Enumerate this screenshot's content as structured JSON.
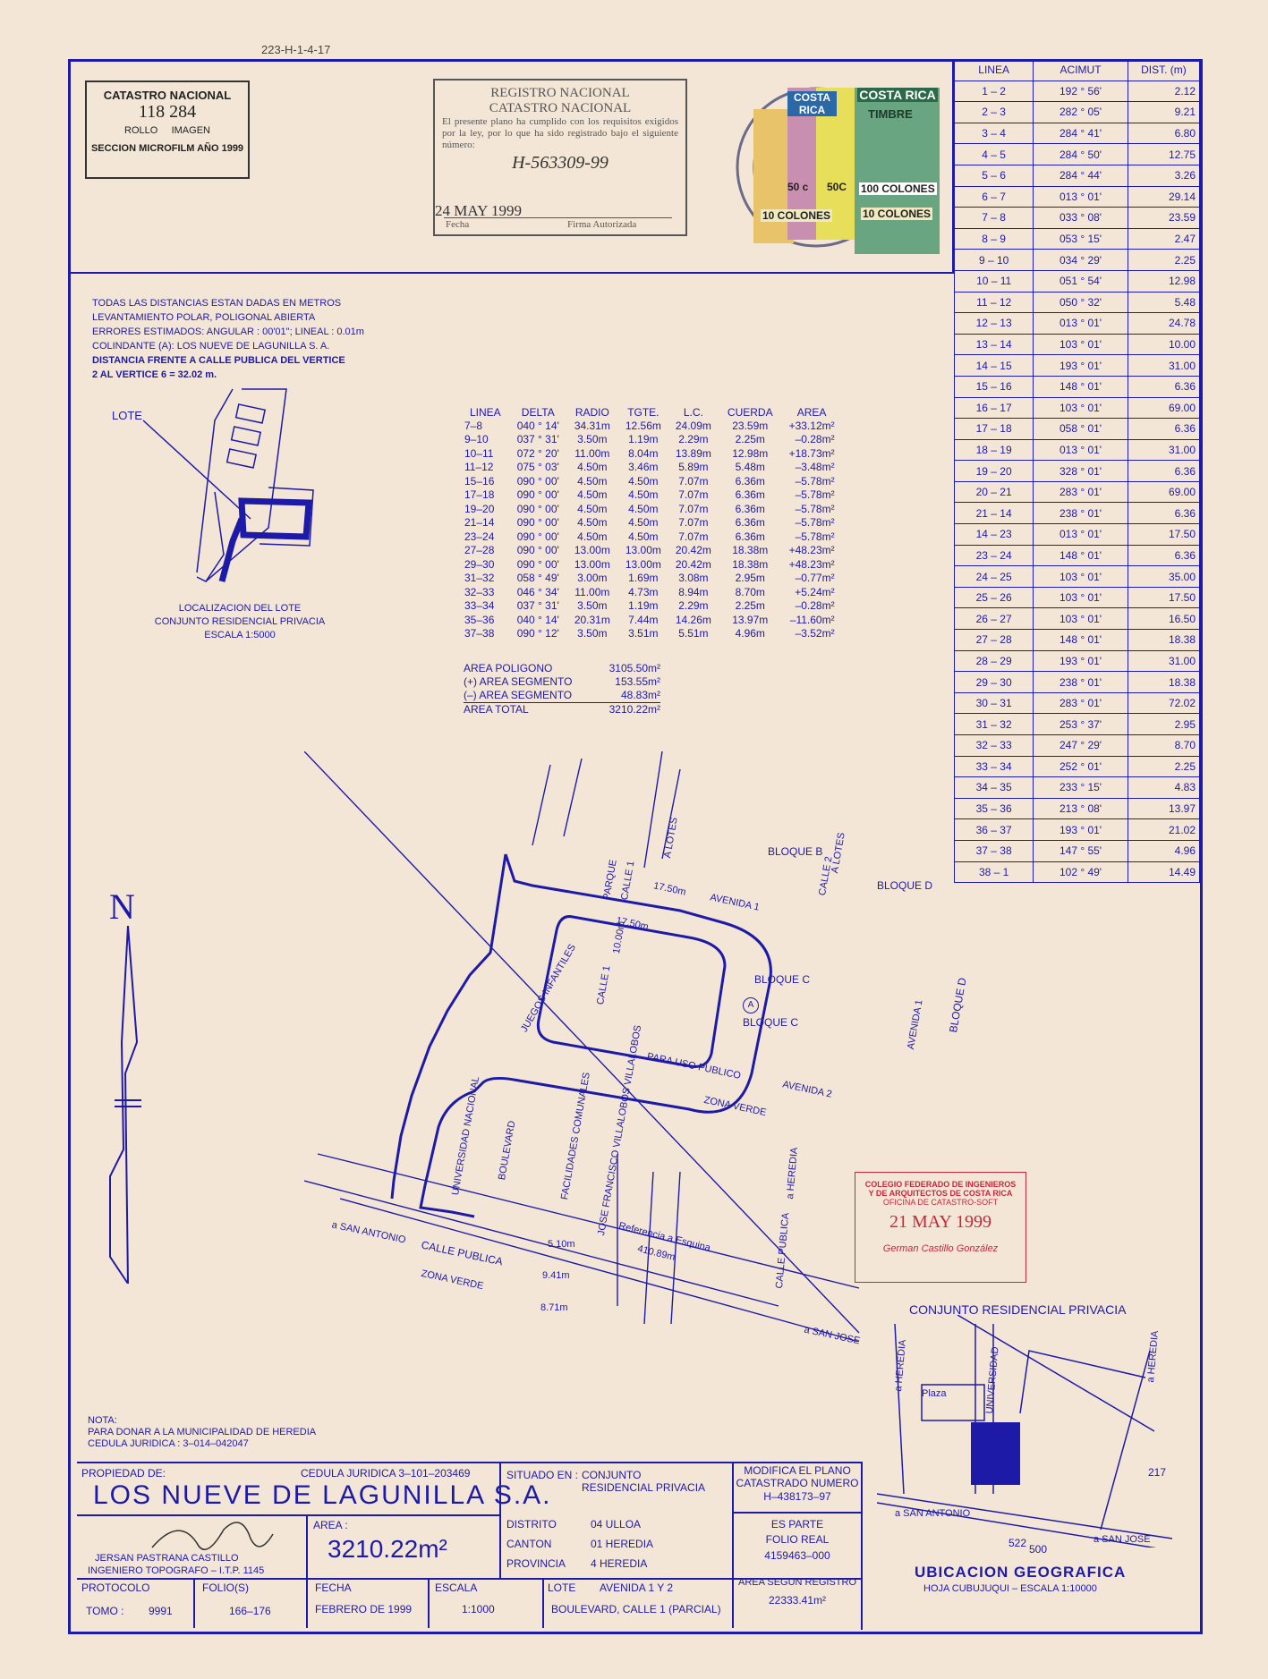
{
  "top_ref": "223-H-1-4-17",
  "microfilm": {
    "title": "CATASTRO NACIONAL",
    "number": "118 284",
    "labels": "ROLLO     IMAGEN",
    "section": "SECCION MICROFILM AÑO 1999"
  },
  "registry_stamp": {
    "line1": "REGISTRO NACIONAL",
    "line2": "CATASTRO NACIONAL",
    "body": "El presente plano ha cumplido con los requisitos exigidos por la ley, por lo que ha sido registrado bajo el siguiente número:",
    "number": "H-563309-99",
    "date": "24 MAY 1999",
    "fecha_label": "Fecha",
    "firma_label": "Firma Autorizada"
  },
  "tax_stamps": {
    "brand": "COSTA RICA",
    "timbre": "TIMBRE",
    "v1": "50 c",
    "v2": "50C",
    "v3": "100 COLONES",
    "v4": "10 COLONES",
    "v5": "10 COLONES"
  },
  "azimuth_table": {
    "headers": [
      "LINEA",
      "ACIMUT",
      "DIST. (m)"
    ],
    "rows": [
      [
        "1 – 2",
        "192 ° 56'",
        "2.12"
      ],
      [
        "2 – 3",
        "282 ° 05'",
        "9.21"
      ],
      [
        "3 – 4",
        "284 ° 41'",
        "6.80"
      ],
      [
        "4 – 5",
        "284 ° 50'",
        "12.75"
      ],
      [
        "5 – 6",
        "284 ° 44'",
        "3.26"
      ],
      [
        "6 – 7",
        "013 ° 01'",
        "29.14"
      ],
      [
        "7 – 8",
        "033 ° 08'",
        "23.59"
      ],
      [
        "8 – 9",
        "053 ° 15'",
        "2.47"
      ],
      [
        "9 – 10",
        "034 ° 29'",
        "2.25"
      ],
      [
        "10 – 11",
        "051 ° 54'",
        "12.98"
      ],
      [
        "11 – 12",
        "050 ° 32'",
        "5.48"
      ],
      [
        "12 – 13",
        "013 ° 01'",
        "24.78"
      ],
      [
        "13 – 14",
        "103 ° 01'",
        "10.00"
      ],
      [
        "14 – 15",
        "193 ° 01'",
        "31.00"
      ],
      [
        "15 – 16",
        "148 ° 01'",
        "6.36"
      ],
      [
        "16 – 17",
        "103 ° 01'",
        "69.00"
      ],
      [
        "17 – 18",
        "058 ° 01'",
        "6.36"
      ],
      [
        "18 – 19",
        "013 ° 01'",
        "31.00"
      ],
      [
        "19 – 20",
        "328 ° 01'",
        "6.36"
      ],
      [
        "20 – 21",
        "283 ° 01'",
        "69.00"
      ],
      [
        "21 – 14",
        "238 ° 01'",
        "6.36"
      ],
      [
        "14 – 23",
        "013 ° 01'",
        "17.50"
      ],
      [
        "23 – 24",
        "148 ° 01'",
        "6.36"
      ],
      [
        "24 – 25",
        "103 ° 01'",
        "35.00"
      ],
      [
        "25 – 26",
        "103 ° 01'",
        "17.50"
      ],
      [
        "26 – 27",
        "103 ° 01'",
        "16.50"
      ],
      [
        "27 – 28",
        "148 ° 01'",
        "18.38"
      ],
      [
        "28 – 29",
        "193 ° 01'",
        "31.00"
      ],
      [
        "29 – 30",
        "238 ° 01'",
        "18.38"
      ],
      [
        "30 – 31",
        "283 ° 01'",
        "72.02"
      ],
      [
        "31 – 32",
        "253 ° 37'",
        "2.95"
      ],
      [
        "32 – 33",
        "247 ° 29'",
        "8.70"
      ],
      [
        "33 – 34",
        "252 ° 01'",
        "2.25"
      ],
      [
        "34 – 35",
        "233 ° 15'",
        "4.83"
      ],
      [
        "35 – 36",
        "213 ° 08'",
        "13.97"
      ],
      [
        "36 – 37",
        "193 ° 01'",
        "21.02"
      ],
      [
        "37 – 38",
        "147 ° 55'",
        "4.96"
      ],
      [
        "38 – 1",
        "102 ° 49'",
        "14.49"
      ]
    ]
  },
  "notes": {
    "l1": "TODAS LAS DISTANCIAS ESTAN DADAS EN METROS",
    "l2": "LEVANTAMIENTO POLAR, POLIGONAL ABIERTA",
    "l3": "ERRORES ESTIMADOS: ANGULAR : 00'01\"; LINEAL : 0.01m",
    "l4": "COLINDANTE  (A): LOS NUEVE DE LAGUNILLA S. A.",
    "l5": "DISTANCIA FRENTE A CALLE PUBLICA DEL VERTICE",
    "l6": "2 AL VERTICE 6 = 32.02 m."
  },
  "location": {
    "lote": "LOTE",
    "t1": "LOCALIZACION DEL LOTE",
    "t2": "CONJUNTO RESIDENCIAL PRIVACIA",
    "t3": "ESCALA 1:5000"
  },
  "curve_table": {
    "headers": [
      "LINEA",
      "DELTA",
      "RADIO",
      "TGTE.",
      "L.C.",
      "CUERDA",
      "AREA"
    ],
    "rows": [
      [
        "7–8",
        "040 ° 14'",
        "34.31m",
        "12.56m",
        "24.09m",
        "23.59m",
        "+33.12m²"
      ],
      [
        "9–10",
        "037 ° 31'",
        "3.50m",
        "1.19m",
        "2.29m",
        "2.25m",
        "–0.28m²"
      ],
      [
        "10–11",
        "072 ° 20'",
        "11.00m",
        "8.04m",
        "13.89m",
        "12.98m",
        "+18.73m²"
      ],
      [
        "11–12",
        "075 ° 03'",
        "4.50m",
        "3.46m",
        "5.89m",
        "5.48m",
        "–3.48m²"
      ],
      [
        "15–16",
        "090 ° 00'",
        "4.50m",
        "4.50m",
        "7.07m",
        "6.36m",
        "–5.78m²"
      ],
      [
        "17–18",
        "090 ° 00'",
        "4.50m",
        "4.50m",
        "7.07m",
        "6.36m",
        "–5.78m²"
      ],
      [
        "19–20",
        "090 ° 00'",
        "4.50m",
        "4.50m",
        "7.07m",
        "6.36m",
        "–5.78m²"
      ],
      [
        "21–14",
        "090 ° 00'",
        "4.50m",
        "4.50m",
        "7.07m",
        "6.36m",
        "–5.78m²"
      ],
      [
        "23–24",
        "090 ° 00'",
        "4.50m",
        "4.50m",
        "7.07m",
        "6.36m",
        "–5.78m²"
      ],
      [
        "27–28",
        "090 ° 00'",
        "13.00m",
        "13.00m",
        "20.42m",
        "18.38m",
        "+48.23m²"
      ],
      [
        "29–30",
        "090 ° 00'",
        "13.00m",
        "13.00m",
        "20.42m",
        "18.38m",
        "+48.23m²"
      ],
      [
        "31–32",
        "058 ° 49'",
        "3.00m",
        "1.69m",
        "3.08m",
        "2.95m",
        "–0.77m²"
      ],
      [
        "32–33",
        "046 ° 34'",
        "11.00m",
        "4.73m",
        "8.94m",
        "8.70m",
        "+5.24m²"
      ],
      [
        "33–34",
        "037 ° 31'",
        "3.50m",
        "1.19m",
        "2.29m",
        "2.25m",
        "–0.28m²"
      ],
      [
        "35–36",
        "040 ° 14'",
        "20.31m",
        "7.44m",
        "14.26m",
        "13.97m",
        "–11.60m²"
      ],
      [
        "37–38",
        "090 ° 12'",
        "3.50m",
        "3.51m",
        "5.51m",
        "4.96m",
        "–3.52m²"
      ]
    ]
  },
  "area_summary": {
    "r1_label": "AREA POLIGONO",
    "r1_value": "3105.50m²",
    "r2_label": "(+) AREA SEGMENTO",
    "r2_value": "153.55m²",
    "r3_label": "(–) AREA SEGMENTO",
    "r3_value": "48.83m²",
    "r4_label": "AREA TOTAL",
    "r4_value": "3210.22m²"
  },
  "plan": {
    "north": "N",
    "bloque_b": "BLOQUE B",
    "bloque_c1": "BLOQUE C",
    "bloque_c2": "BLOQUE C",
    "bloque_d1": "BLOQUE D",
    "bloque_d2": "BLOQUE D",
    "avenida1_top": "AVENIDA 1",
    "avenida1_side": "AVENIDA 1",
    "avenida2": "AVENIDA 2",
    "para_uso": "PARA USO PUBLICO",
    "zona_verde": "ZONA VERDE",
    "zona_verde2": "ZONA VERDE",
    "calle_publica": "CALLE PUBLICA",
    "calle_publica_heredia": "CALLE PUBLICA",
    "a_heredia": "a HEREDIA",
    "a_san_antonio": "a SAN ANTONIO",
    "a_san_jose": "a SAN JOSE",
    "parque": "PARQUE",
    "calle1": "CALLE 1",
    "a_lotes": "A LOTES",
    "calle2": "CALLE 2",
    "a_lotes2": "A LOTES",
    "calle1_v": "CALLE 1",
    "juegos": "JUEGOS INFANTILES",
    "universidad": "UNIVERSIDAD NACIONAL",
    "boulevard": "BOULEVARD",
    "facilidades": "FACILIDADES COMUNALES",
    "jose": "JOSE FRANCISCO VILLALOBOS VILLALOBOS",
    "referencia": "Referencia a Esquina",
    "ref_dist": "410.89m",
    "d1750a": "17.50m",
    "d1750b": "17.50m",
    "d1000": "10.00m",
    "d510": "5.10m",
    "d941": "9.41m",
    "d871": "8.71m",
    "circle_a": "A"
  },
  "red_stamp": {
    "l1": "COLEGIO FEDERADO DE INGENIEROS",
    "l2": "Y DE ARQUITECTOS DE COSTA RICA",
    "l3": "OFICINA DE CATASTRO-SOFT",
    "date": "21 MAY 1999",
    "name": "German Castillo González"
  },
  "geo": {
    "title": "CONJUNTO RESIDENCIAL PRIVACIA",
    "heredia1": "a HEREDIA",
    "heredia2": "a HEREDIA",
    "universidad": "UNIVERSIDAD",
    "plaza": "Plaza",
    "n217": "217",
    "san_antonio": "a SAN ANTONIO",
    "n522": "522",
    "n500": "500",
    "san_jose": "a SAN JOSE",
    "ubicacion": "UBICACION GEOGRAFICA",
    "hoja": "HOJA CUBUJUQUI – ESCALA 1:10000"
  },
  "nota": {
    "l1": "NOTA:",
    "l2": "PARA DONAR A LA MUNICIPALIDAD DE HEREDIA",
    "l3": "CEDULA JURIDICA : 3–014–042047"
  },
  "title_block": {
    "propiedad_label": "PROPIEDAD DE:",
    "cedula": "CEDULA JURIDICA 3–101–203469",
    "owner": "LOS NUEVE DE LAGUNILLA S.A.",
    "situado_label": "SITUADO EN :",
    "situado": "CONJUNTO RESIDENCIAL PRIVACIA",
    "distrito_label": "DISTRITO",
    "distrito": "04 ULLOA",
    "canton_label": "CANTON",
    "canton": "01 HEREDIA",
    "provincia_label": "PROVINCIA",
    "provincia": "4 HEREDIA",
    "modifica": "MODIFICA EL PLANO CATASTRADO NUMERO",
    "modifica_num": "H–438173–97",
    "es_parte": "ES PARTE",
    "folio_real": "FOLIO REAL",
    "folio_real_num": "4159463–000",
    "area_label": "AREA :",
    "area": "3210.22m²",
    "surveyor": "JERSAN PASTRANA CASTILLO",
    "surveyor_title": "INGENIERO TOPOGRAFO – I.T.P. 1145",
    "protocolo_label": "PROTOCOLO",
    "tomo_label": "TOMO :",
    "tomo": "9991",
    "folios_label": "FOLIO(S)",
    "folios": "166–176",
    "fecha_label": "FECHA",
    "fecha": "FEBRERO DE 1999",
    "escala_label": "ESCALA",
    "escala": "1:1000",
    "lote_label": "LOTE",
    "lote1": "AVENIDA 1 Y 2",
    "lote2": "BOULEVARD, CALLE 1 (PARCIAL)",
    "area_registro_label": "AREA SEGUN REGISTRO",
    "area_registro": "22333.41m²"
  },
  "colors": {
    "ink": "#1e1aa8",
    "paper": "#f4e6d6",
    "stamp_red": "#c8263a"
  }
}
